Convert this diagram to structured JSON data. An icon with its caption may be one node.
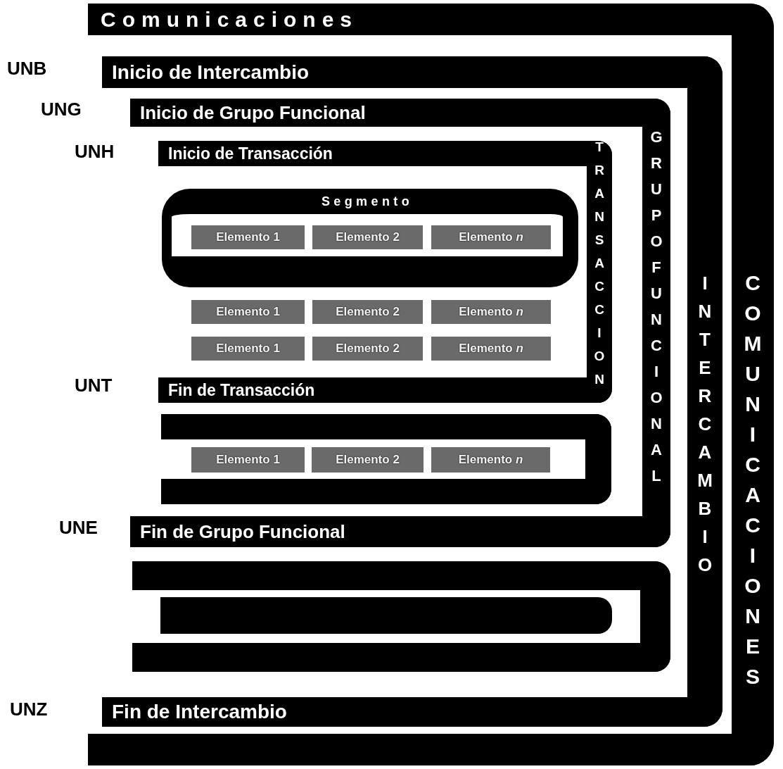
{
  "diagram": {
    "nodes": [
      {
        "text": [
          "Comunicaciones",
          "COMUNICACIONES"
        ]
      },
      {
        "text": [
          "Inicio de Intercambio",
          "INTERCAMBIO",
          "Fin de Intercambio"
        ],
        "in": 0,
        "beside": [
          "UNB",
          "UNZ"
        ]
      },
      {
        "text": [
          "Inicio de Grupo Funcional",
          "GRUPO FUNCIONAL",
          "Fin de Grupo Funcional"
        ],
        "in": 1,
        "beside": [
          "UNG",
          "UNE"
        ]
      },
      {
        "text": [
          "Inicio de Transacción",
          "TRANSACCION",
          "Fin de Transacción"
        ],
        "in": 2,
        "beside": [
          "UNH",
          "UNT"
        ]
      },
      {
        "text": [
          "Segmento"
        ],
        "in": 3
      },
      {
        "text": [
          "Elemento 1"
        ],
        "in": 4
      },
      {
        "text": [
          "Elemento 2"
        ],
        "in": 4
      },
      {
        "text": [
          "Elemento *n*"
        ],
        "in": 4
      },
      {
        "text": [
          "Elemento 1"
        ],
        "in": 3
      },
      {
        "text": [
          "Elemento 2"
        ],
        "in": 3
      },
      {
        "text": [
          "Elemento *n*"
        ],
        "in": 3
      },
      {
        "text": [
          "Elemento 1"
        ],
        "in": 3
      },
      {
        "text": [
          "Elemento 2"
        ],
        "in": 3
      },
      {
        "text": [
          "Elemento *n*"
        ],
        "in": 3
      },
      {
        "text": [],
        "shape": "box",
        "in": 2
      },
      {
        "text": [
          "Elemento 1"
        ],
        "in": 14
      },
      {
        "text": [
          "Elemento 2"
        ],
        "in": 14
      },
      {
        "text": [
          "Elemento *n*"
        ],
        "in": 14
      },
      {
        "text": [],
        "shape": "box",
        "in": 1
      },
      {
        "text": [],
        "shape": "bar",
        "in": 18
      }
    ],
    "edges": []
  }
}
